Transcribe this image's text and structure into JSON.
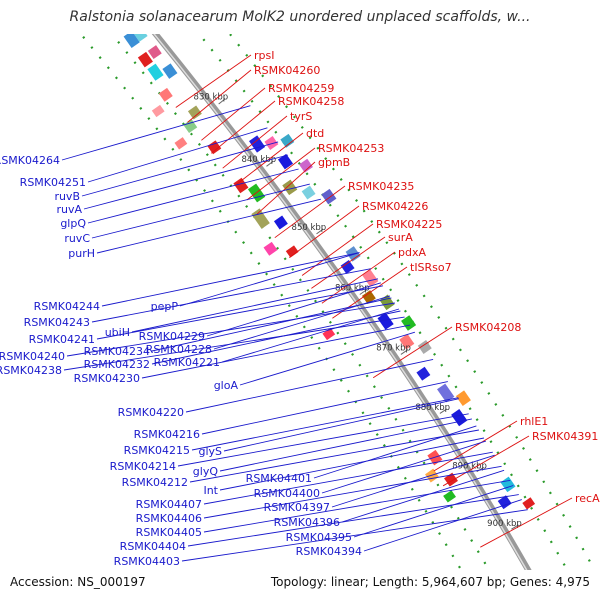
{
  "title": "Ralstonia solanacearum MolK2 unordered unplaced scaffolds, w...",
  "footer": {
    "accession": "Accession: NS_000197",
    "topology": "Topology: linear; Length: 5,964,607 bp; Genes: 4,975"
  },
  "colors": {
    "left_labels": "#1a1acc",
    "right_labels": "#dd1111",
    "backbone": "#999999",
    "frame_dots": "#2a9a2a"
  },
  "ticks": [
    {
      "label": "830 kbp"
    },
    {
      "label": "840 kbp"
    },
    {
      "label": "850 kbp"
    },
    {
      "label": "860 kbp"
    },
    {
      "label": "870 kbp"
    },
    {
      "label": "880 kbp"
    },
    {
      "label": "890 kbp"
    },
    {
      "label": "900 kbp"
    }
  ],
  "right_genes": [
    {
      "label": "rpsI"
    },
    {
      "label": "RSMK04260"
    },
    {
      "label": "RSMK04259"
    },
    {
      "label": "RSMK04258"
    },
    {
      "label": "tyrS"
    },
    {
      "label": "dtd"
    },
    {
      "label": "RSMK04253"
    },
    {
      "label": "gpmB"
    },
    {
      "label": "RSMK04235"
    },
    {
      "label": "RSMK04226"
    },
    {
      "label": "RSMK04225"
    },
    {
      "label": "surA"
    },
    {
      "label": "pdxA"
    },
    {
      "label": "tISRso7"
    },
    {
      "label": "RSMK04208"
    },
    {
      "label": "rhlE1"
    },
    {
      "label": "RSMK04391"
    },
    {
      "label": "recA"
    }
  ],
  "left_genes": [
    {
      "label": "RSMK04264"
    },
    {
      "label": "RSMK04251"
    },
    {
      "label": "ruvB"
    },
    {
      "label": "ruvA"
    },
    {
      "label": "glpQ"
    },
    {
      "label": "ruvC"
    },
    {
      "label": "purH"
    },
    {
      "label": "pepP"
    },
    {
      "label": "RSMK04244"
    },
    {
      "label": "RSMK04243"
    },
    {
      "label": "RSMK04241"
    },
    {
      "label": "RSMK04240"
    },
    {
      "label": "RSMK04238"
    },
    {
      "label": "ubiH"
    },
    {
      "label": "RSMK04229"
    },
    {
      "label": "RSMK04234"
    },
    {
      "label": "RSMK04228"
    },
    {
      "label": "RSMK04232"
    },
    {
      "label": "RSMK04221"
    },
    {
      "label": "RSMK04230"
    },
    {
      "label": "gloA"
    },
    {
      "label": "RSMK04220"
    },
    {
      "label": "RSMK04216"
    },
    {
      "label": "RSMK04215"
    },
    {
      "label": "glyS"
    },
    {
      "label": "RSMK04214"
    },
    {
      "label": "glyQ"
    },
    {
      "label": "RSMK04212"
    },
    {
      "label": "Int"
    },
    {
      "label": "RSMK04407"
    },
    {
      "label": "RSMK04401"
    },
    {
      "label": "RSMK04406"
    },
    {
      "label": "RSMK04400"
    },
    {
      "label": "RSMK04405"
    },
    {
      "label": "RSMK04397"
    },
    {
      "label": "RSMK04396"
    },
    {
      "label": "RSMK04404"
    },
    {
      "label": "RSMK04395"
    },
    {
      "label": "RSMK04403"
    },
    {
      "label": "RSMK04394"
    }
  ]
}
